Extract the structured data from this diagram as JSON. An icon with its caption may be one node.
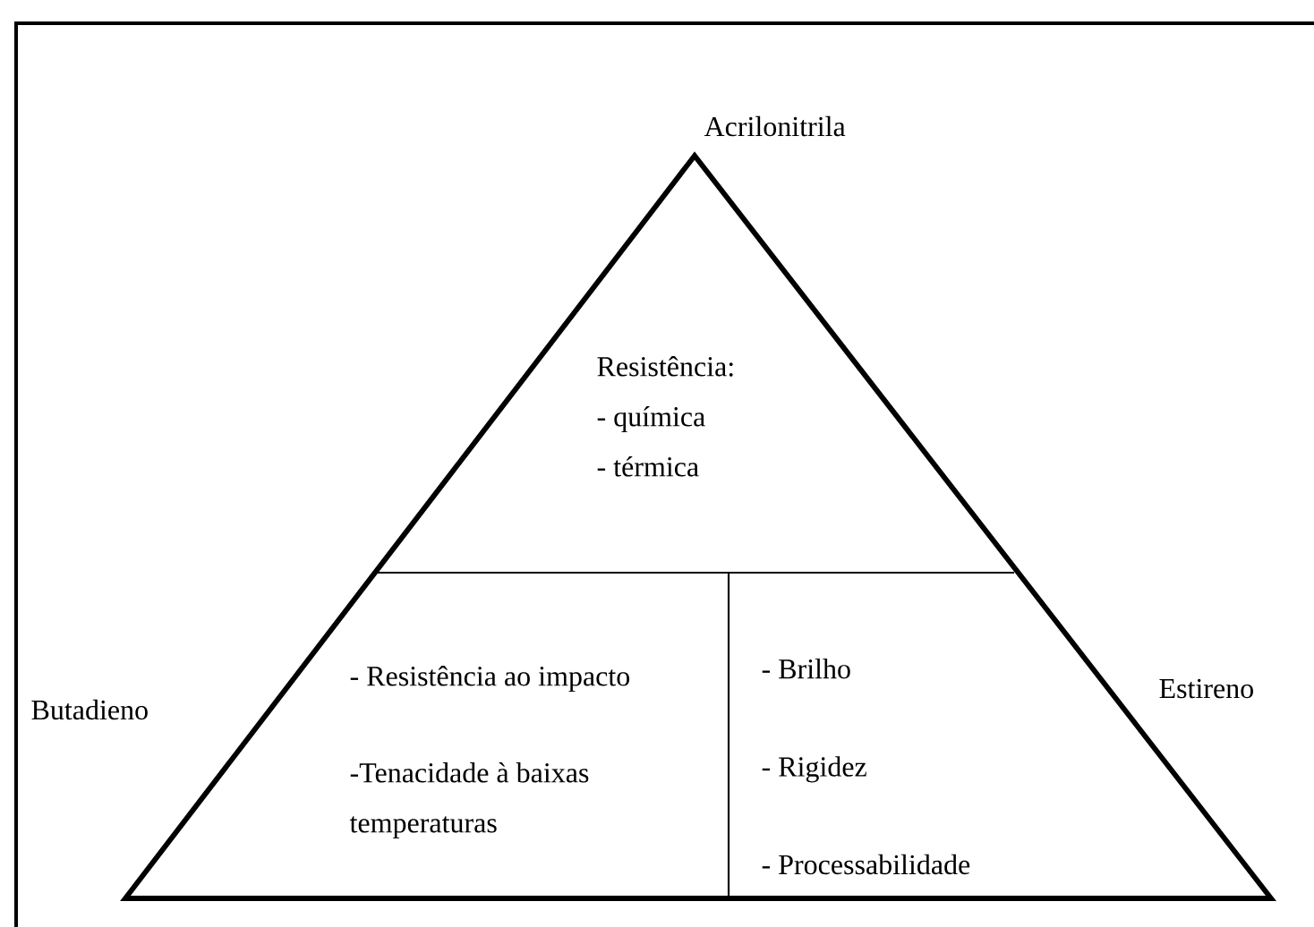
{
  "diagram": {
    "nodes": [
      {
        "text": [
          "Resistência:",
          "- química",
          "- térmica"
        ]
      },
      {
        "text": [
          "- Resistência ao impacto",
          "-Tenacidade à baixas temperaturas"
        ]
      },
      {
        "text": [
          "- Brilho",
          "- Rigidez",
          "- Processabilidade"
        ]
      }
    ],
    "labels": [
      "Acrilonitrila",
      "Butadieno",
      "Estireno"
    ]
  }
}
